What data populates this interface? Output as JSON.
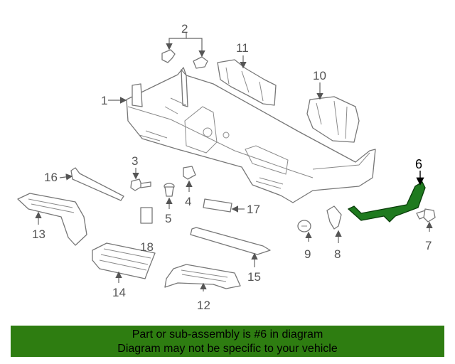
{
  "diagram": {
    "callouts": {
      "c1": "1",
      "c2": "2",
      "c3": "3",
      "c4": "4",
      "c5": "5",
      "c6": "6",
      "c7": "7",
      "c8": "8",
      "c9": "9",
      "c10": "10",
      "c11": "11",
      "c12": "12",
      "c13": "13",
      "c14": "14",
      "c15": "15",
      "c16": "16",
      "c17": "17",
      "c18": "18"
    },
    "highlighted_callout": "6",
    "highlight_color": "#2e7d11"
  },
  "banner": {
    "line1": "Part or sub-assembly is #6 in diagram",
    "line2": "Diagram may not be specific to your vehicle",
    "background": "#2e7d11"
  }
}
